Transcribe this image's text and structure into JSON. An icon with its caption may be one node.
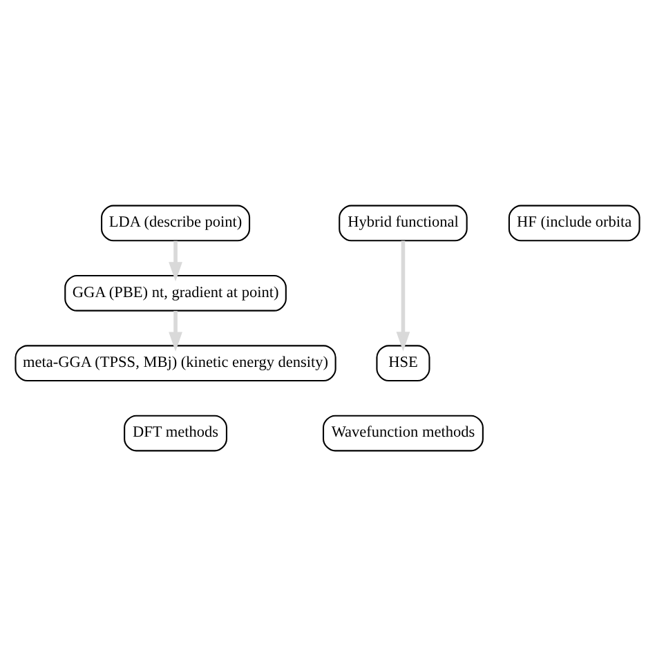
{
  "diagram": {
    "nodes": [
      {
        "text": [
          "LDA (describe point)"
        ]
      },
      {
        "text": [
          "GGA (PBE) nt, gradient at point)"
        ]
      },
      {
        "text": [
          "meta-GGA (TPSS, MBj) (kinetic energy density)"
        ]
      },
      {
        "text": [
          "Hybrid functional"
        ]
      },
      {
        "text": [
          "HSE"
        ]
      },
      {
        "text": [
          "HF (include orbita"
        ]
      },
      {
        "text": [
          "DFT methods"
        ]
      },
      {
        "text": [
          "Wavefunction methods"
        ]
      }
    ],
    "edges": [
      {
        "from": 0,
        "to": 1,
        "arrow": "to"
      },
      {
        "from": 1,
        "to": 2,
        "arrow": "to"
      },
      {
        "from": 3,
        "to": 4,
        "arrow": "to"
      }
    ]
  }
}
